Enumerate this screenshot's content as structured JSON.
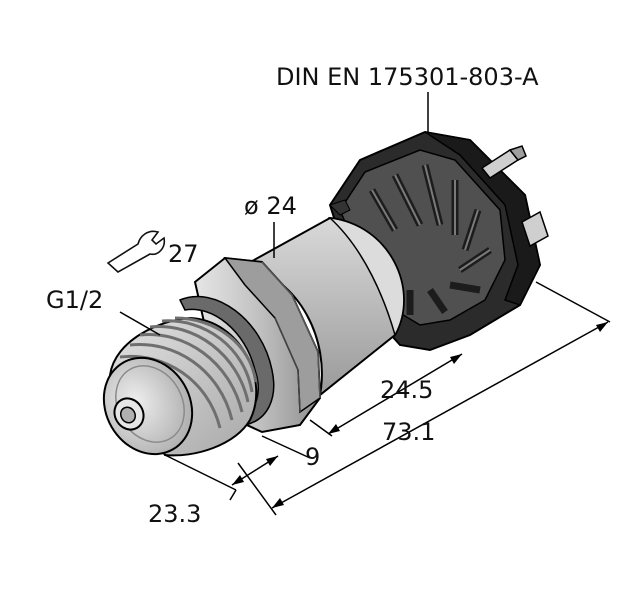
{
  "drawing": {
    "connector_standard": "DIN EN 175301-803-A",
    "diameter_label": "ø 24",
    "wrench_size": "27",
    "thread_label": "G1/2",
    "dimensions": {
      "housing_length": "24.5",
      "hex_height": "9",
      "total_length": "73.1",
      "thread_length": "23.3"
    }
  }
}
